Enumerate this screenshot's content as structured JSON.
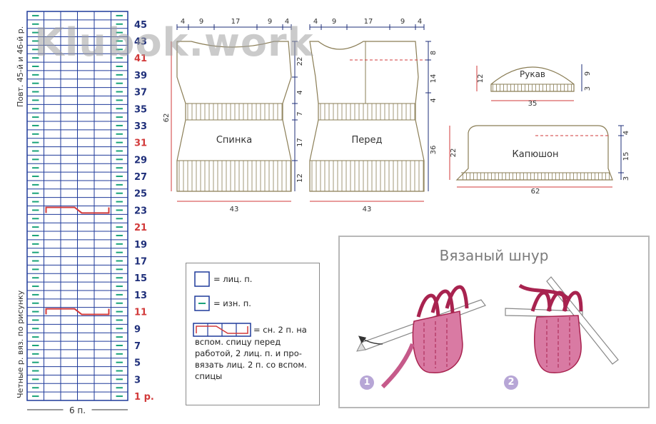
{
  "watermark": "Klubok.work",
  "colors": {
    "grid": "#1f3a9a",
    "red": "#d23a3a",
    "navy": "#1f2f7a",
    "purl": "#1aa37a",
    "pink": "#c65a8a"
  },
  "chart": {
    "row_labels": [
      "45",
      "43",
      "41",
      "39",
      "37",
      "35",
      "33",
      "31",
      "29",
      "27",
      "25",
      "23",
      "21",
      "19",
      "17",
      "15",
      "13",
      "11",
      "9",
      "7",
      "5",
      "3",
      "1 р."
    ],
    "red_rows": [
      "41",
      "31",
      "21",
      "11",
      "1 р."
    ],
    "bottom_label": "6 п.",
    "side_label_top": "Повт. 45-й и 46-й р.",
    "side_label_bottom": "Четные р. вяз. по рисунку",
    "purl_symbol": "–"
  },
  "pieces": {
    "back": {
      "label": "Спинка",
      "top_dims": [
        "4",
        "9",
        "17",
        "9",
        "4"
      ],
      "height_total": "62",
      "width": "43"
    },
    "front": {
      "label": "Перед",
      "top_dims": [
        "4",
        "9",
        "17",
        "9",
        "4"
      ],
      "height_total": "36",
      "width": "43"
    },
    "side_dims": [
      "22",
      "4",
      "7",
      "17",
      "12"
    ],
    "right_dims": [
      "8",
      "14",
      "4"
    ],
    "sleeve": {
      "label": "Рукав",
      "left_dim": "12",
      "right_dims": [
        "9",
        "3"
      ],
      "width": "35"
    },
    "hood": {
      "label": "Капюшон",
      "left_dim": "22",
      "right_dims": [
        "4",
        "15",
        "3"
      ],
      "width": "62"
    }
  },
  "legend": {
    "knit": "= лиц. п.",
    "purl": "= изн. п.",
    "cable_lines": [
      "= сн. 2 п. на",
      "вспом.  спицу  перед",
      "работой, 2 лиц. п. и про-",
      "вязать лиц. 2 п. со вспом.",
      "спицы"
    ]
  },
  "cord": {
    "title": "Вязаный шнур",
    "step1": "1",
    "step2": "2"
  }
}
